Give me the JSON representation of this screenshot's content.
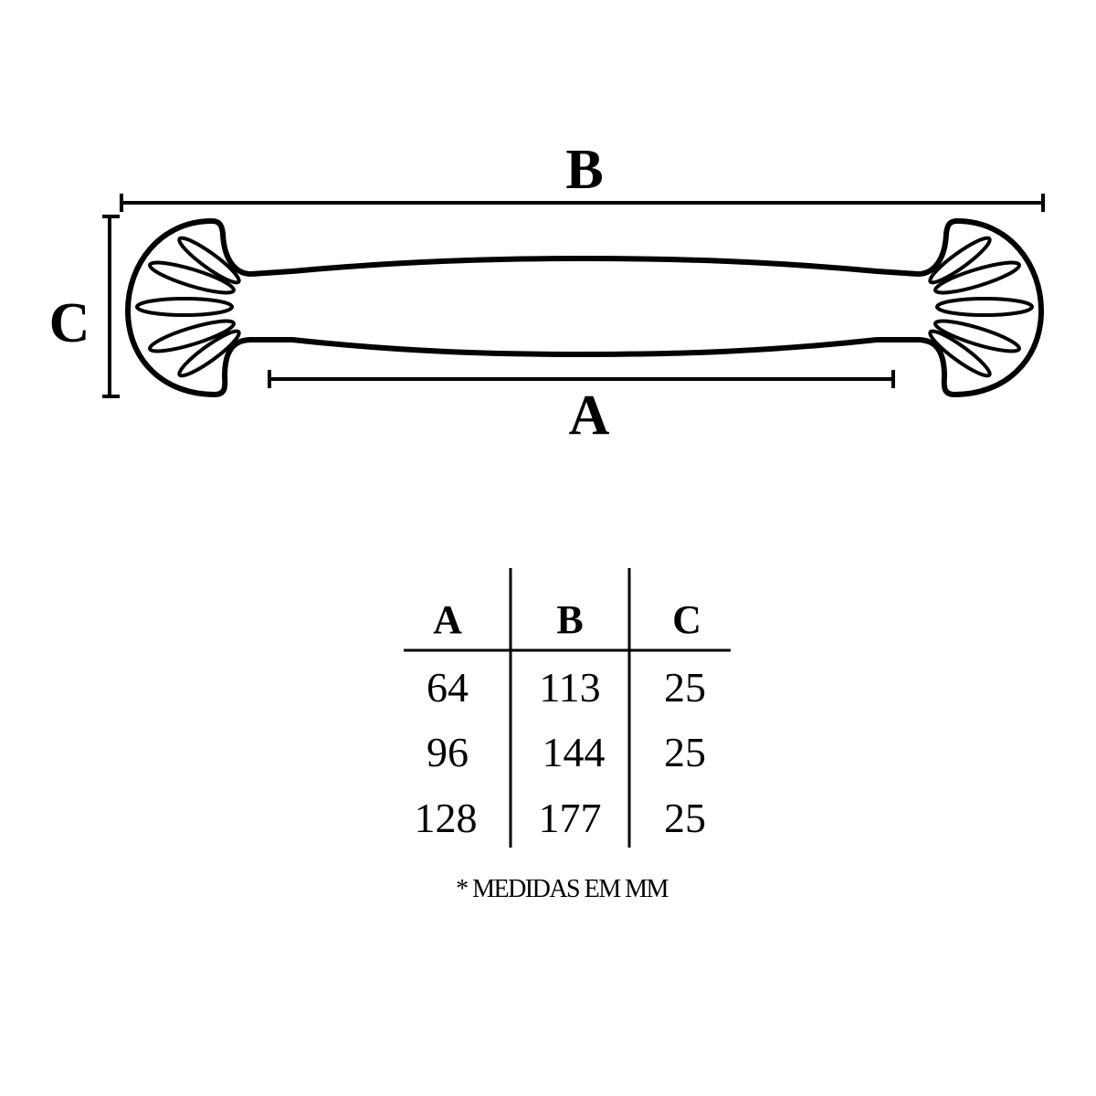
{
  "diagram": {
    "labels": {
      "a": "A",
      "b": "B",
      "c": "C"
    }
  },
  "table": {
    "headers": [
      "A",
      "B",
      "C"
    ],
    "rows": [
      [
        "64",
        "113",
        "25"
      ],
      [
        "96",
        "144",
        "25"
      ],
      [
        "128",
        "177",
        "25"
      ]
    ],
    "footnote": "* MEDIDAS EM MM"
  }
}
